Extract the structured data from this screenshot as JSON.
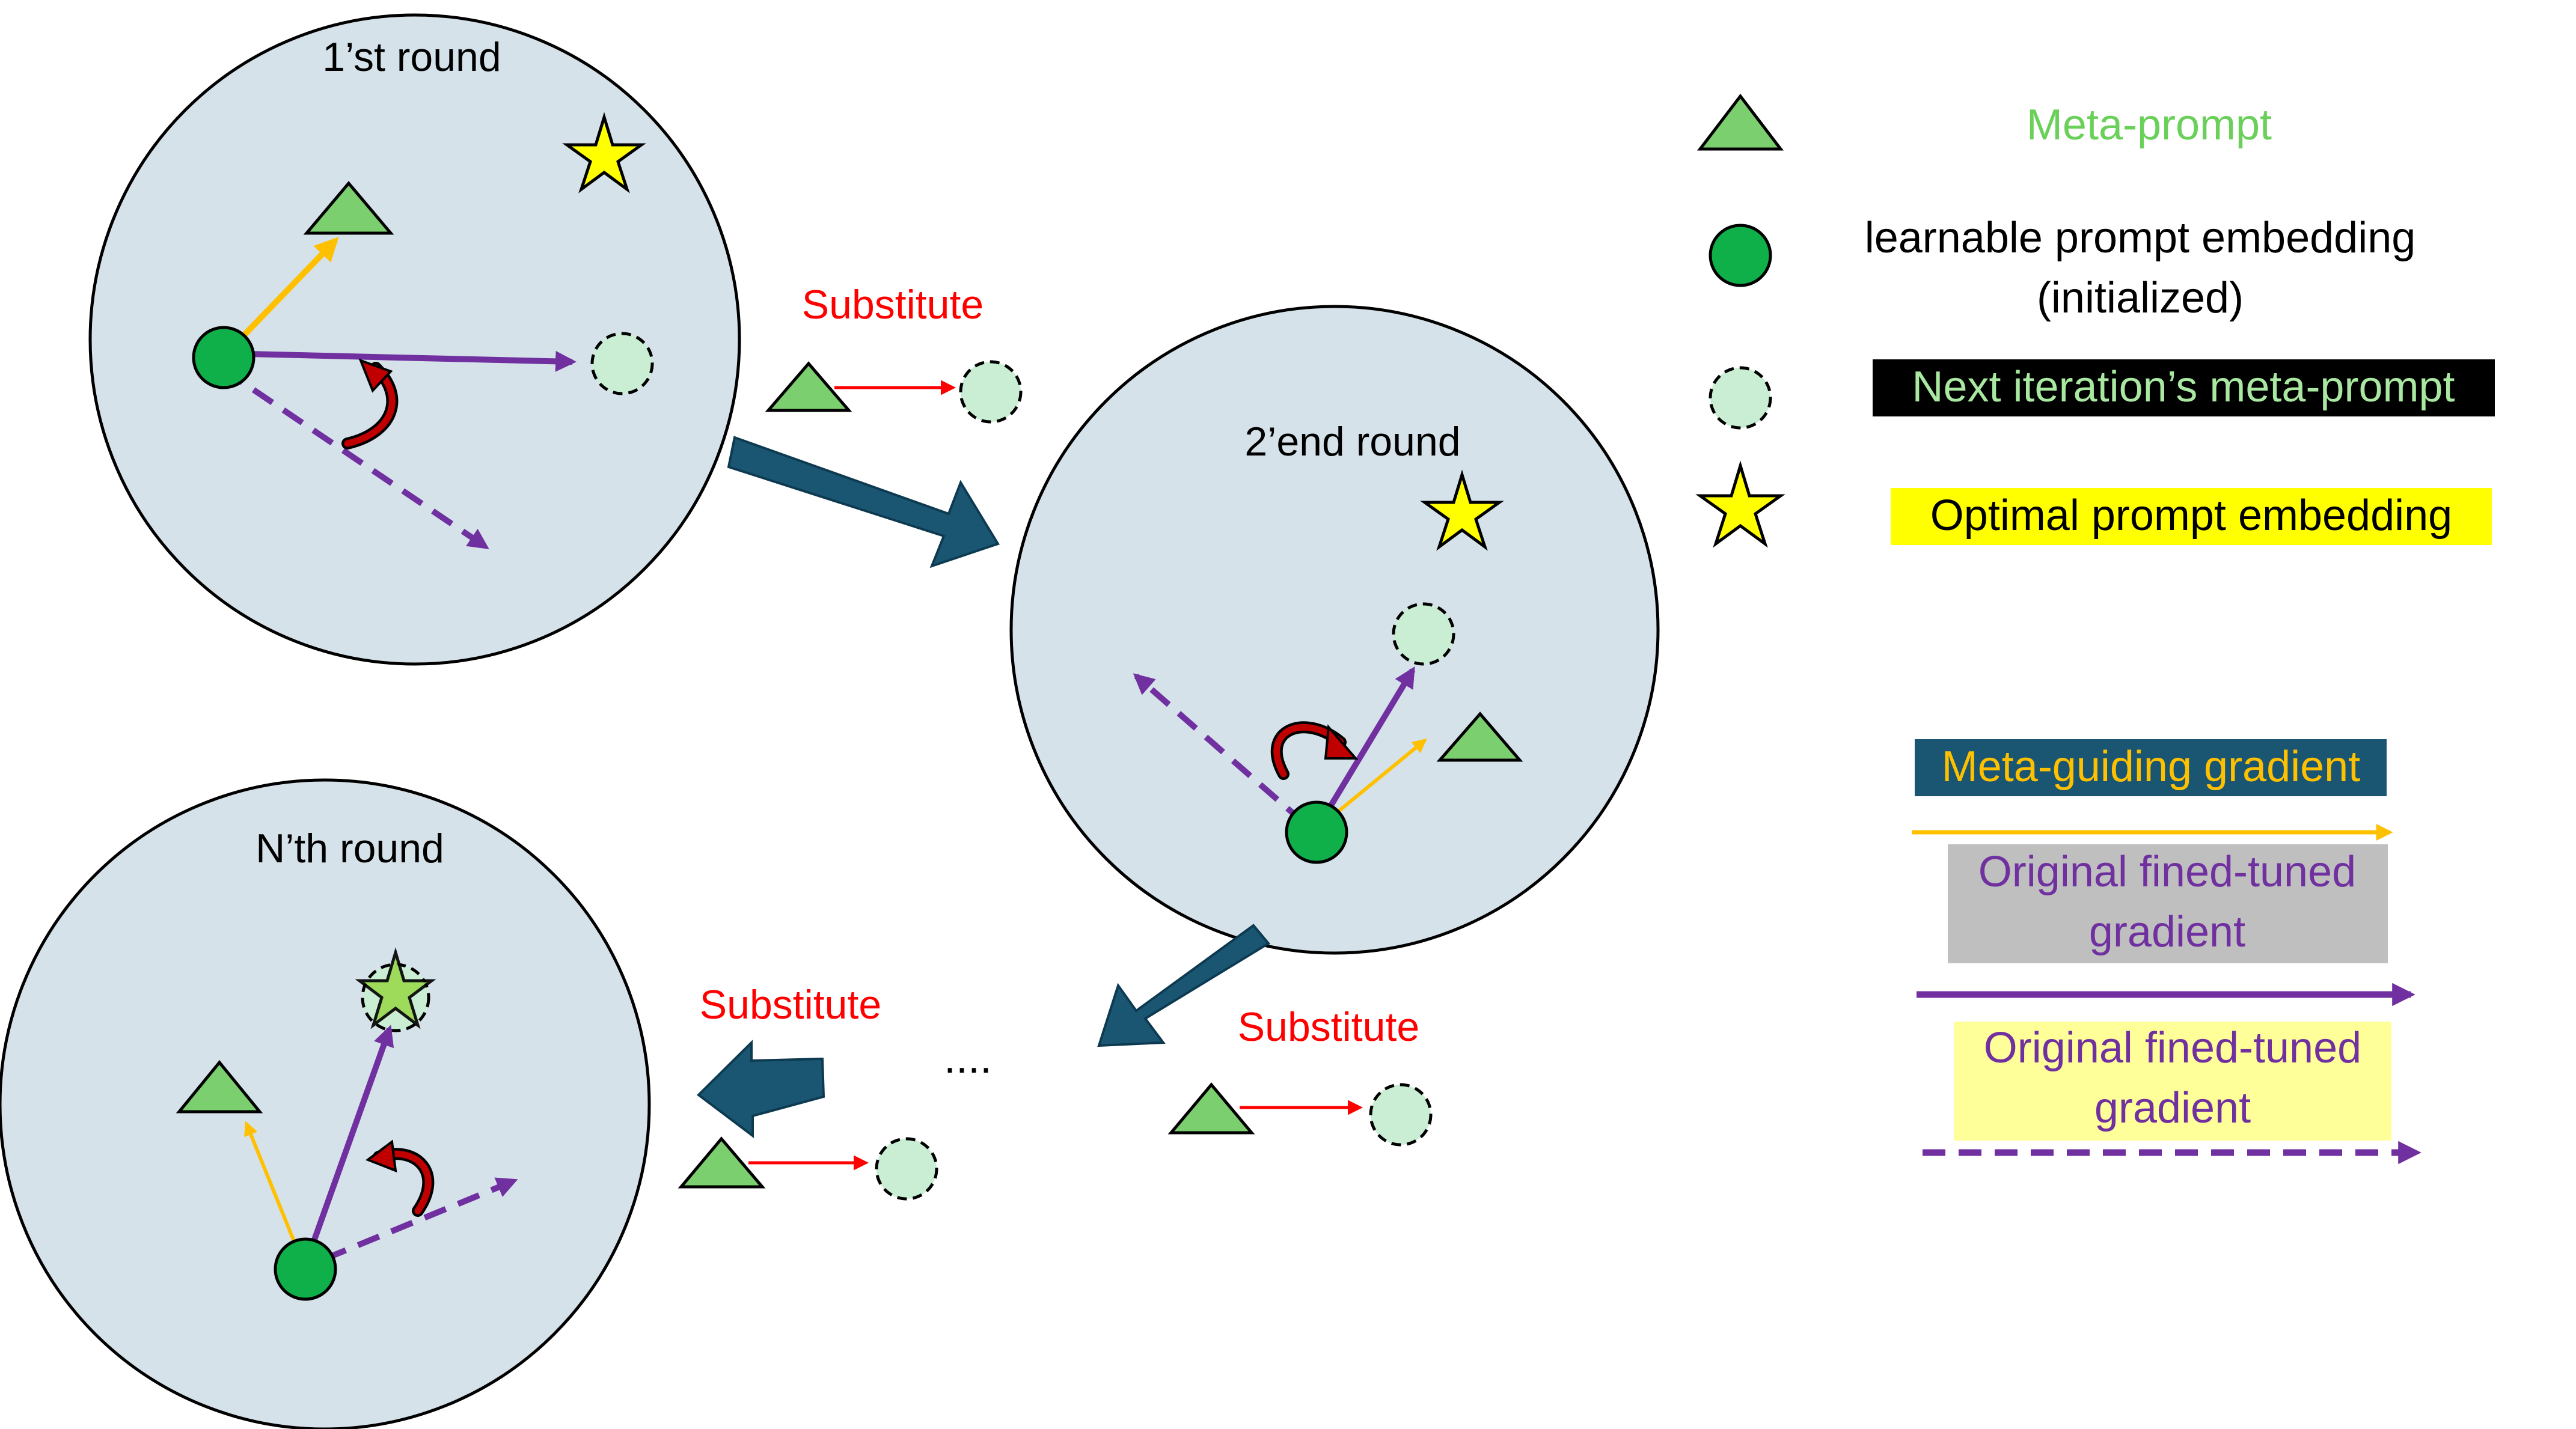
{
  "rounds": {
    "first": "1’st round",
    "second": "2’end round",
    "nth": "N’th round"
  },
  "substitute_labels": [
    "Substitute",
    "Substitute",
    "Substitute"
  ],
  "ellipsis": "....",
  "legend": {
    "meta_prompt": "Meta-prompt",
    "learnable_line1": "learnable prompt embedding",
    "learnable_line2": "(initialized)",
    "next_iteration": "Next iteration’s meta-prompt",
    "optimal": "Optimal prompt embedding",
    "meta_guiding": "Meta-guiding gradient",
    "orig_solid_line1": "Original fined-tuned",
    "orig_solid_line2": "gradient",
    "orig_dashed_line1": "Original fined-tuned",
    "orig_dashed_line2": "gradient"
  },
  "colors": {
    "circle_fill": "#d6e2ea",
    "triangle": "#7ccf6e",
    "learnable_dot": "#0fb04a",
    "next_dot": "#c9eed4",
    "star": "#ffff00",
    "meta_guiding_arrow": "#ffc000",
    "original_arrow": "#7030a0",
    "substitute": "#ff0000",
    "flow_arrow": "#1a5672"
  }
}
